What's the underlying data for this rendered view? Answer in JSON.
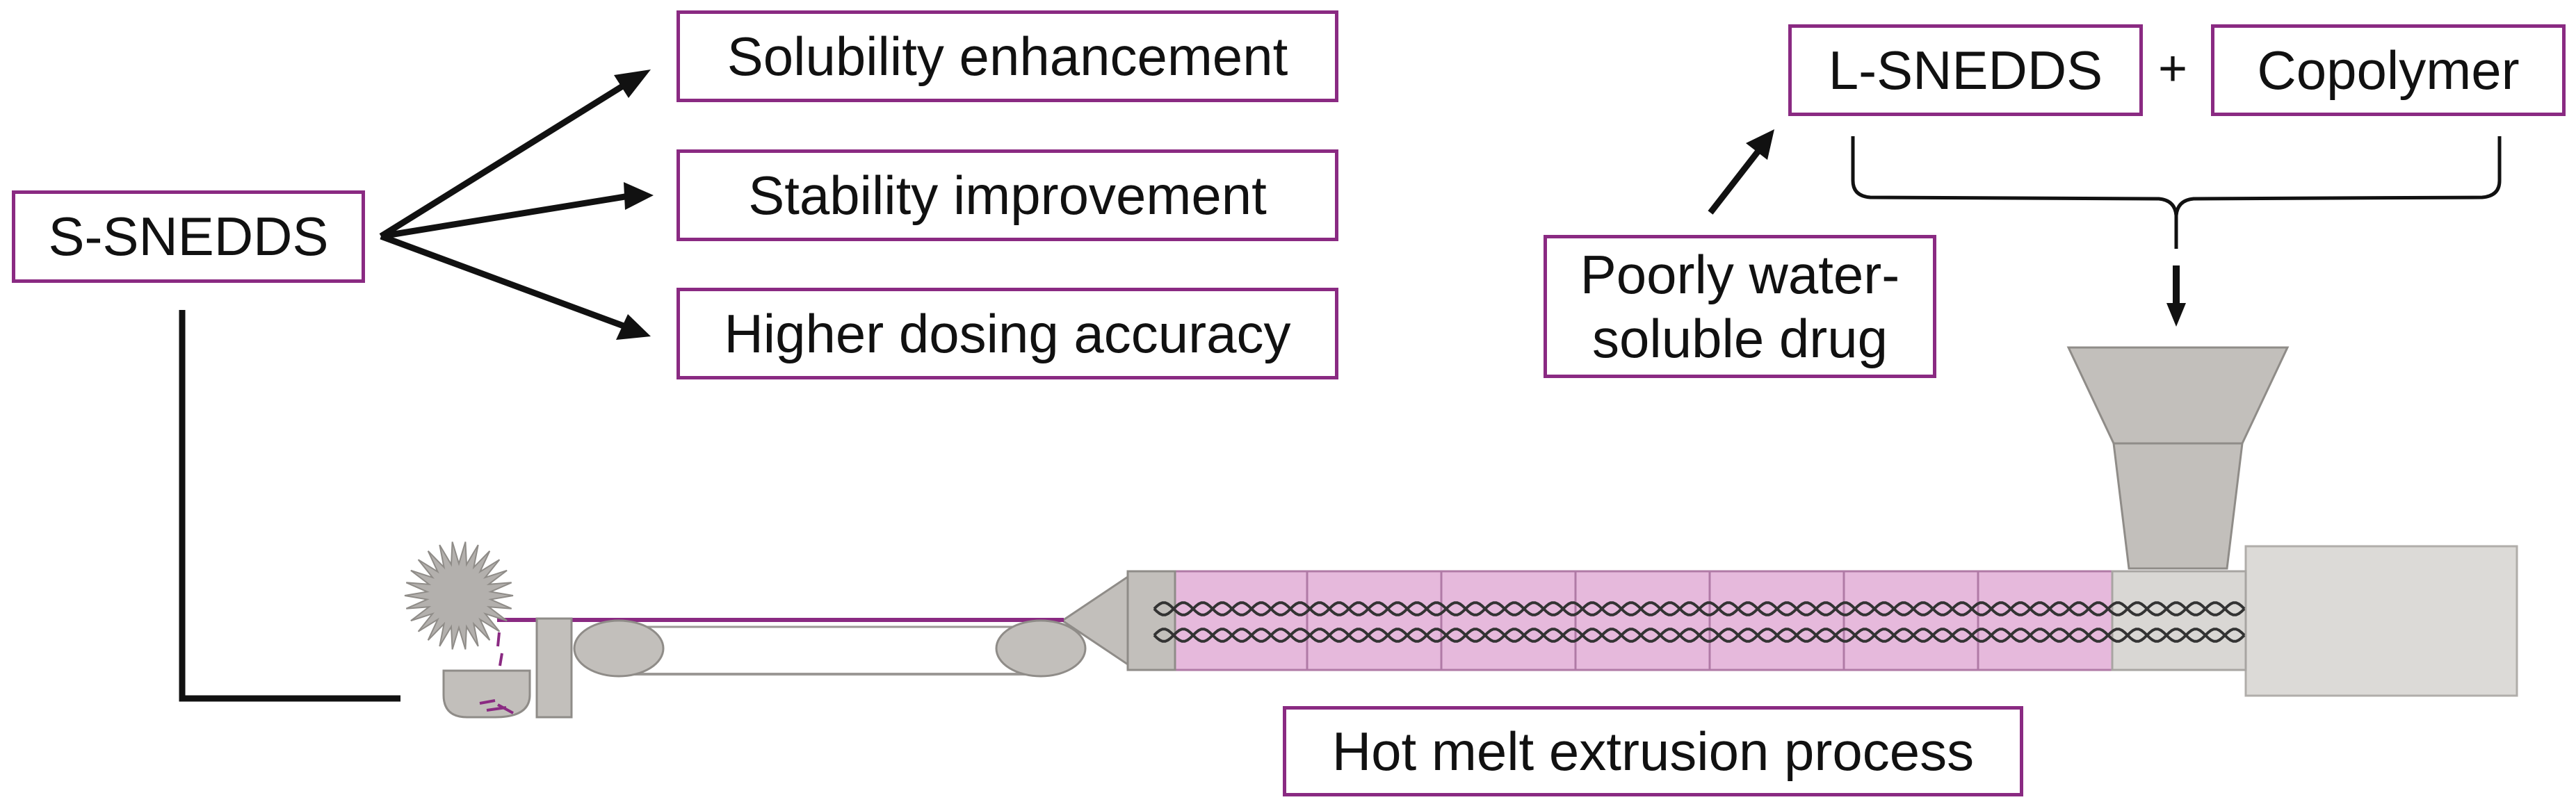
{
  "labels": {
    "s_snedds": "S-SNEDDS",
    "solubility": "Solubility enhancement",
    "stability": "Stability improvement",
    "dosing": "Higher dosing accuracy",
    "l_snedds": "L-SNEDDS",
    "plus": "+",
    "copolymer": "Copolymer",
    "poorly_line1": "Poorly water-",
    "poorly_line2": "soluble drug",
    "hme": "Hot melt extrusion process"
  },
  "colors": {
    "box_border": "#8a2a82",
    "barrel_fill": "#e6b9dc",
    "barrel_stroke": "#b07aa6",
    "machine_gray": "#c2bfbb",
    "machine_stroke": "#8f8c88",
    "line": "#111111"
  },
  "icons": [
    "arrow-icon",
    "brace-icon",
    "hopper-icon",
    "screw-icon",
    "die-icon",
    "conveyor-belt-icon",
    "roller-icon",
    "pelletizer-icon",
    "collection-tray-icon",
    "motor-icon"
  ]
}
